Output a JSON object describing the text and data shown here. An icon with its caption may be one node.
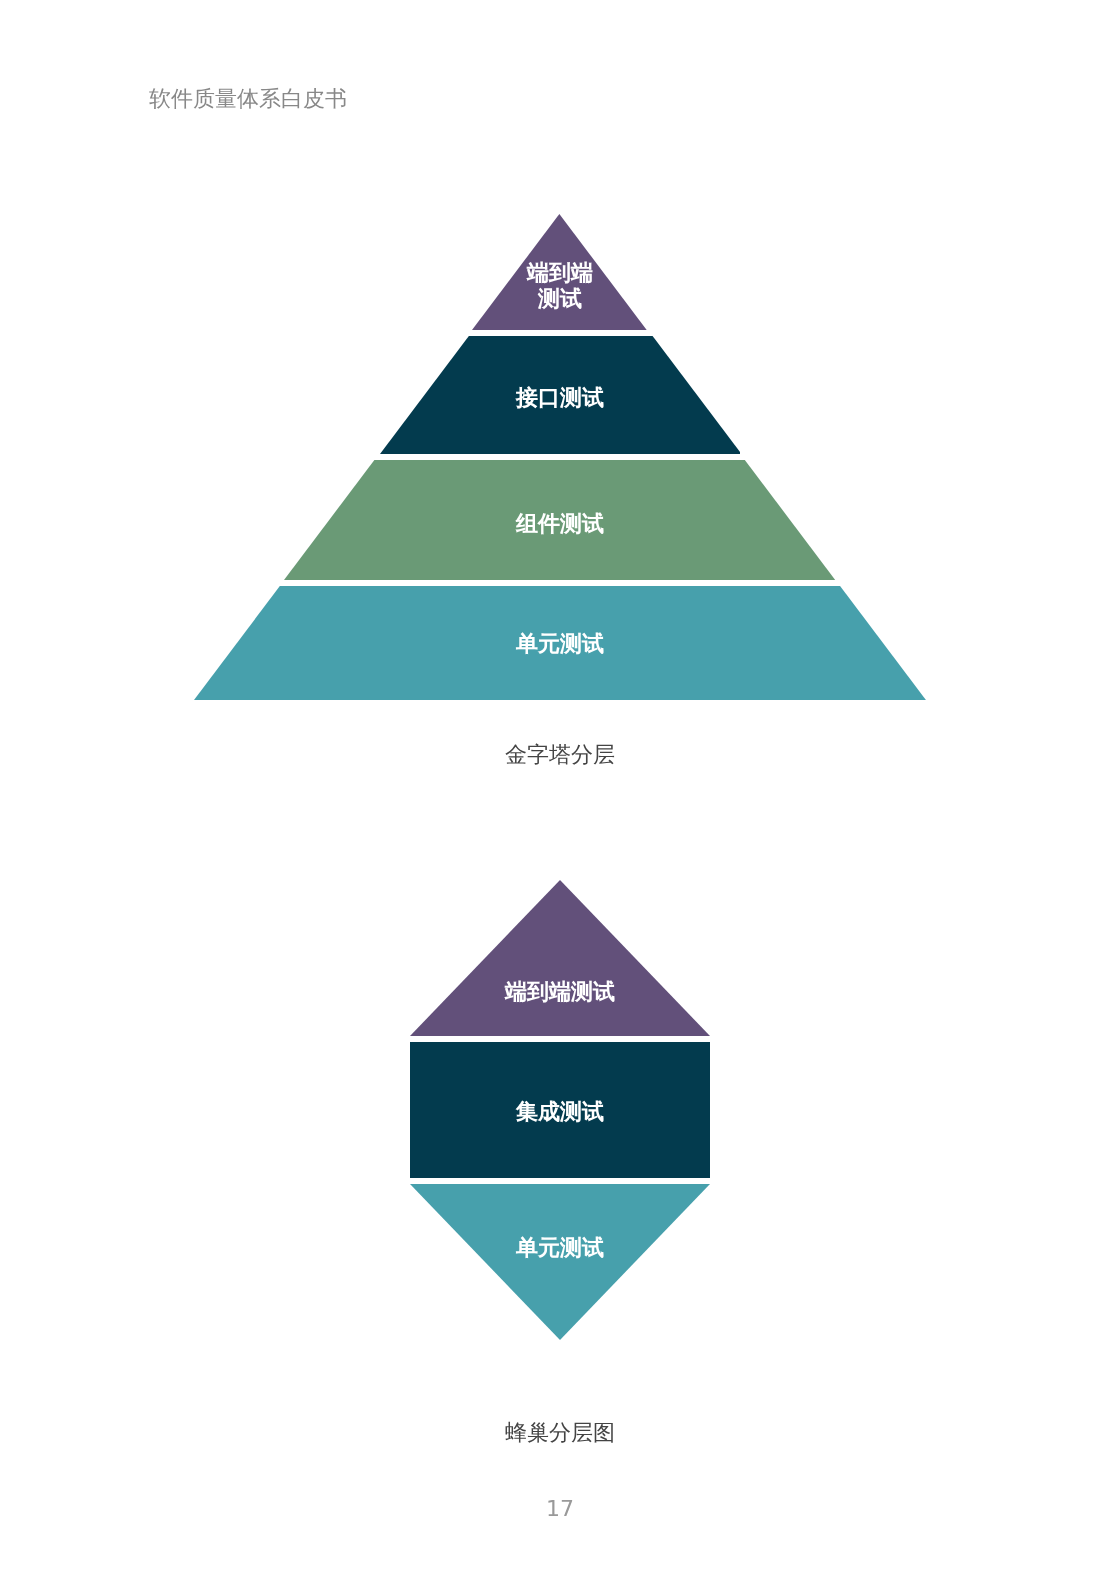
{
  "diagram": {
    "nodes": [
      {
        "text": [
          "端到端测试"
        ]
      },
      {
        "text": [
          "接口测试"
        ]
      },
      {
        "text": [
          "组件测试"
        ]
      },
      {
        "text": [
          "单元测试"
        ]
      },
      {
        "text": [
          "端到端测试"
        ]
      },
      {
        "text": [
          "集成测试"
        ]
      },
      {
        "text": [
          "单元测试"
        ]
      }
    ],
    "labels": [
      "软件质量体系白皮书",
      "金字塔分层",
      "蜂巢分层图",
      "17"
    ]
  }
}
